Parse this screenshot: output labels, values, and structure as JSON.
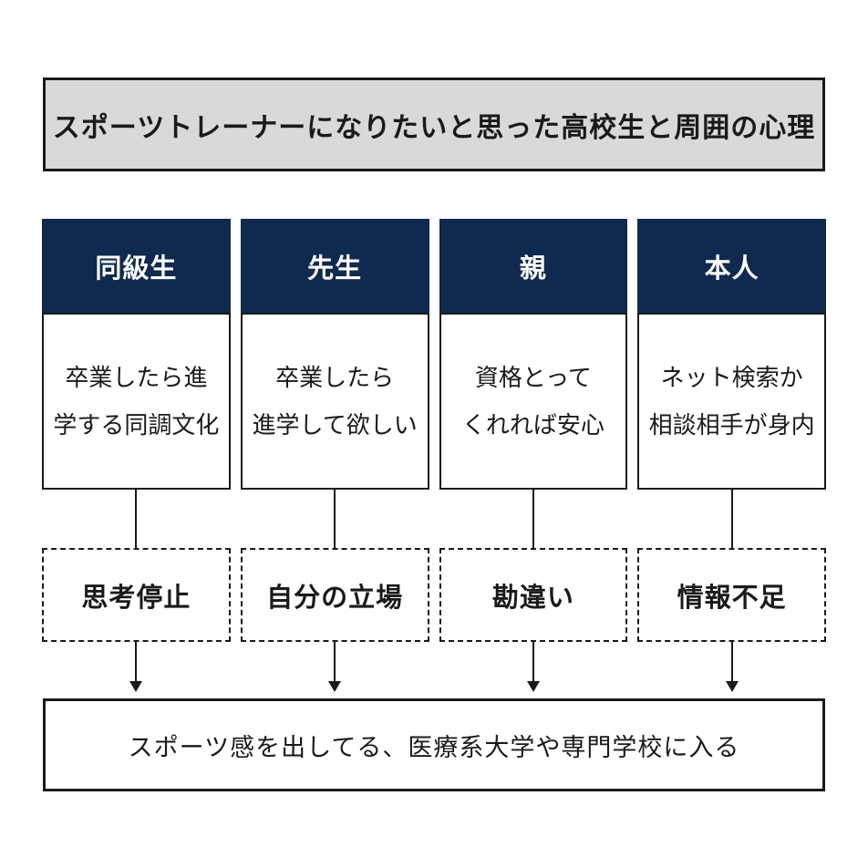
{
  "title": "スポーツトレーナーになりたいと思った高校生と周囲の心理",
  "colors": {
    "header_bg": "#10294e",
    "title_bg": "#d9d9d9",
    "line": "#1a1a1a"
  },
  "columns": [
    {
      "header": "同級生",
      "body": [
        "卒業したら進",
        "学する同調文化"
      ],
      "factor": "思考停止"
    },
    {
      "header": "先生",
      "body": [
        "卒業したら",
        "進学して欲しい"
      ],
      "factor": "自分の立場"
    },
    {
      "header": "親",
      "body": [
        "資格とって",
        "くれれば安心"
      ],
      "factor": "勘違い"
    },
    {
      "header": "本人",
      "body": [
        "ネット検索か",
        "相談相手が身内"
      ],
      "factor": "情報不足"
    }
  ],
  "conclusion": "スポーツ感を出してる、医療系大学や専門学校に入る"
}
